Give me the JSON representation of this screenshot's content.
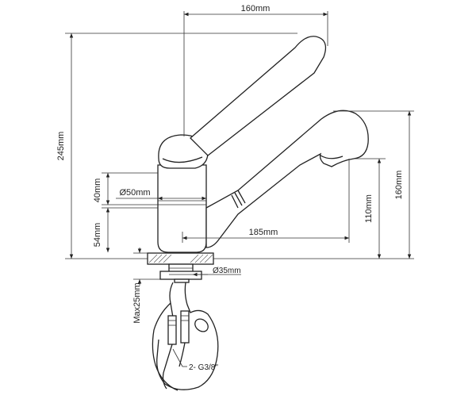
{
  "dimensions": {
    "width_top": "160mm",
    "height_total": "245mm",
    "height_spout": "160mm",
    "height_outlet": "110mm",
    "body_height": "40mm",
    "body_diameter": "Ø50mm",
    "base_height": "54mm",
    "reach": "185mm",
    "hole_diameter": "Ø35mm",
    "max_thickness": "Max25mm",
    "connection": "2- G3/8\""
  }
}
